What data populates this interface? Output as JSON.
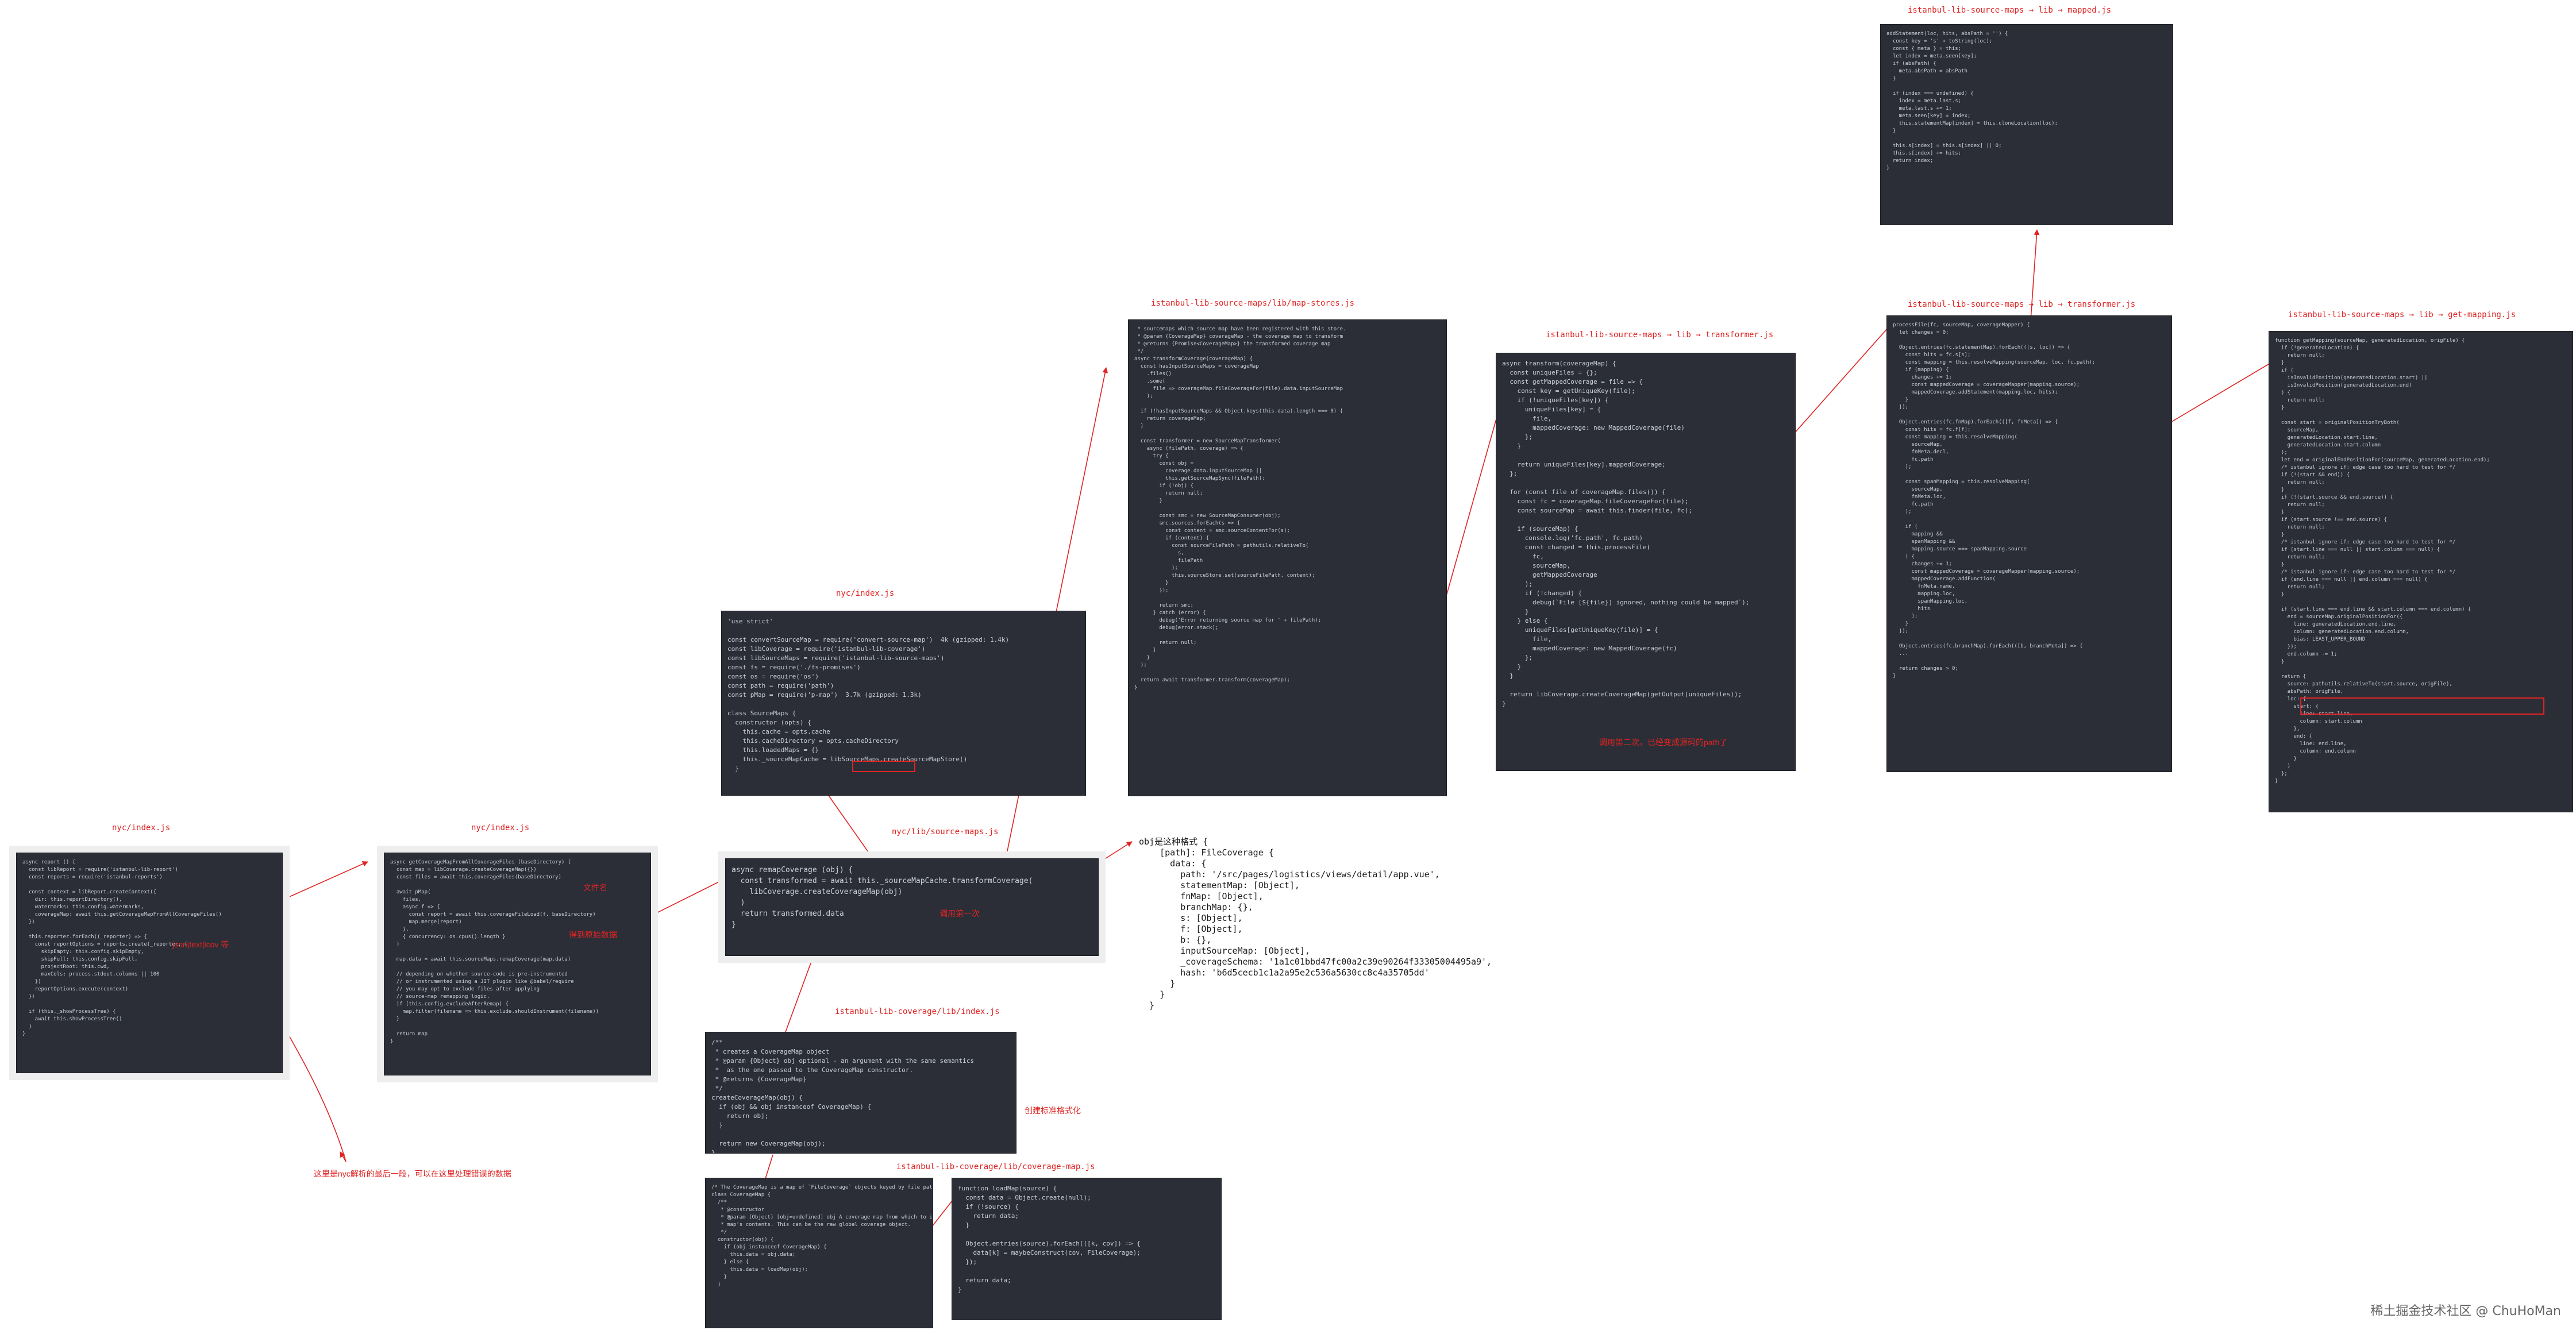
{
  "panels": {
    "nyc_index_1": {
      "title": "nyc/index.js",
      "code": "async report () {\n  const libReport = require('istanbul-lib-report')\n  const reports = require('istanbul-reports')\n\n  const context = libReport.createContext({\n    dir: this.reportDirectory(),\n    watermarks: this.config.watermarks,\n    coverageMap: await this.getCoverageMapFromAllCoverageFiles()\n  })\n\n  this.reporter.forEach((_reporter) => {\n    const reportOptions = reports.create(_reporter, {\n      skipEmpty: this.config.skipEmpty,\n      skipFull: this.config.skipFull,\n      projectRoot: this.cwd,\n      maxCols: process.stdout.columns || 100\n    })\n    reportOptions.execute(context)\n  })\n\n  if (this._showProcessTree) {\n    await this.showProcessTree()\n  }\n}",
      "note": "json|text|lcov 等"
    },
    "nyc_index_2": {
      "title": "nyc/index.js",
      "code": "async getCoverageMapFromAllCoverageFiles (baseDirectory) {\n  const map = libCoverage.createCoverageMap({})\n  const files = await this.coverageFiles(baseDirectory)\n\n  await pMap(\n    files,\n    async f => {\n      const report = await this.coverageFileLoad(f, baseDirectory)\n      map.merge(report)\n    },\n    { concurrency: os.cpus().length }\n  )\n\n  map.data = await this.sourceMaps.remapCoverage(map.data)\n\n  // depending on whether source-code is pre-instrumented\n  // or instrumented using a JIT plugin like @babel/require\n  // you may opt to exclude files after applying\n  // source-map remapping logic.\n  if (this.config.excludeAfterRemap) {\n    map.filter(filename => this.exclude.shouldInstrument(filename))\n  }\n\n  return map\n}",
      "note1": "文件名",
      "note2": "得到原始数据"
    },
    "nyc_index_3": {
      "title": "nyc/index.js",
      "code": "'use strict'\n\nconst convertSourceMap = require('convert-source-map')  4k (gzipped: 1.4k)\nconst libCoverage = require('istanbul-lib-coverage')\nconst libSourceMaps = require('istanbul-lib-source-maps')\nconst fs = require('./fs-promises')\nconst os = require('os')\nconst path = require('path')\nconst pMap = require('p-map')  3.7k (gzipped: 1.3k)\n\nclass SourceMaps {\n  constructor (opts) {\n    this.cache = opts.cache\n    this.cacheDirectory = opts.cacheDirectory\n    this.loadedMaps = {}\n    this._sourceMapCache = libSourceMaps.createSourceMapStore()\n  }"
    },
    "nyc_lib_source_maps": {
      "title": "nyc/lib/source-maps.js",
      "code": "async remapCoverage (obj) {\n  const transformed = await this._sourceMapCache.transformCoverage(\n    libCoverage.createCoverageMap(obj)\n  )\n  return transformed.data\n}",
      "note": "调用第一次"
    },
    "map_store": {
      "title": "istanbul-lib-source-maps/lib/map-stores.js",
      "code": " * sourcemaps which source map have been registered with this store.\n * @param {CoverageMap} coverageMap - the coverage map to transform\n * @returns {Promise<CoverageMap>} the transformed coverage map\n */\nasync transformCoverage(coverageMap) {\n  const hasInputSourceMaps = coverageMap\n    .files()\n    .some(\n      file => coverageMap.fileCoverageFor(file).data.inputSourceMap\n    );\n\n  if (!hasInputSourceMaps && Object.keys(this.data).length === 0) {\n    return coverageMap;\n  }\n\n  const transformer = new SourceMapTransformer(\n    async (filePath, coverage) => {\n      try {\n        const obj =\n          coverage.data.inputSourceMap ||\n          this.getSourceMapSync(filePath);\n        if (!obj) {\n          return null;\n        }\n\n        const smc = new SourceMapConsumer(obj);\n        smc.sources.forEach(s => {\n          const content = smc.sourceContentFor(s);\n          if (content) {\n            const sourceFilePath = pathutils.relativeTo(\n              s,\n              filePath\n            );\n            this.sourceStore.set(sourceFilePath, content);\n          }\n        });\n\n        return smc;\n      } catch (error) {\n        debug('Error returning source map for ' + filePath);\n        debug(error.stack);\n\n        return null;\n      }\n    }\n  );\n\n  return await transformer.transform(coverageMap);\n}"
    },
    "transformer_1": {
      "title": "istanbul-lib-source-maps → lib → transformer.js",
      "code": "async transform(coverageMap) {\n  const uniqueFiles = {};\n  const getMappedCoverage = file => {\n    const key = getUniqueKey(file);\n    if (!uniqueFiles[key]) {\n      uniqueFiles[key] = {\n        file,\n        mappedCoverage: new MappedCoverage(file)\n      };\n    }\n\n    return uniqueFiles[key].mappedCoverage;\n  };\n\n  for (const file of coverageMap.files()) {\n    const fc = coverageMap.fileCoverageFor(file);\n    const sourceMap = await this.finder(file, fc);\n\n    if (sourceMap) {\n      console.log('fc.path', fc.path)\n      const changed = this.processFile(\n        fc,\n        sourceMap,\n        getMappedCoverage\n      );\n      if (!changed) {\n        debug(`File [${file}] ignored, nothing could be mapped`);\n      }\n    } else {\n      uniqueFiles[getUniqueKey(file)] = {\n        file,\n        mappedCoverage: new MappedCoverage(fc)\n      };\n    }\n  }\n\n  return libCoverage.createCoverageMap(getOutput(uniqueFiles));\n}",
      "note": "调用第二次，已经变成源码的path了"
    },
    "transformer_2": {
      "title": "istanbul-lib-source-maps → lib → transformer.js",
      "code": "processFile(fc, sourceMap, coverageMapper) {\n  let changes = 0;\n\n  Object.entries(fc.statementMap).forEach(([s, loc]) => {\n    const hits = fc.s[s];\n    const mapping = this.resolveMapping(sourceMap, loc, fc.path);\n    if (mapping) {\n      changes += 1;\n      const mappedCoverage = coverageMapper(mapping.source);\n      mappedCoverage.addStatement(mapping.loc, hits);\n    }\n  });\n\n  Object.entries(fc.fnMap).forEach(([f, fnMeta]) => {\n    const hits = fc.f[f];\n    const mapping = this.resolveMapping(\n      sourceMap,\n      fnMeta.decl,\n      fc.path\n    );\n\n    const spanMapping = this.resolveMapping(\n      sourceMap,\n      fnMeta.loc,\n      fc.path\n    );\n\n    if (\n      mapping &&\n      spanMapping &&\n      mapping.source === spanMapping.source\n    ) {\n      changes += 1;\n      const mappedCoverage = coverageMapper(mapping.source);\n      mappedCoverage.addFunction(\n        fnMeta.name,\n        mapping.loc,\n        spanMapping.loc,\n        hits\n      );\n    }\n  });\n\n  Object.entries(fc.branchMap).forEach(([b, branchMeta]) => {\n  ...\n\n  return changes > 0;\n}"
    },
    "mapped": {
      "title": "istanbul-lib-source-maps → lib → mapped.js",
      "code": "addStatement(loc, hits, absPath = '') {\n  const key = 's' + toString(loc);\n  const { meta } = this;\n  let index = meta.seen[key];\n  if (absPath) {\n    meta.absPath = absPath\n  }\n\n  if (index === undefined) {\n    index = meta.last.s;\n    meta.last.s += 1;\n    meta.seen[key] = index;\n    this.statementMap[index] = this.cloneLocation(loc);\n  }\n\n  this.s[index] = this.s[index] || 0;\n  this.s[index] += hits;\n  return index;\n}"
    },
    "get_mapping": {
      "title": "istanbul-lib-source-maps → lib → get-mapping.js",
      "code": "function getMapping(sourceMap, generatedLocation, origFile) {\n  if (!generatedLocation) {\n    return null;\n  }\n  if (\n    isInvalidPosition(generatedLocation.start) ||\n    isInvalidPosition(generatedLocation.end)\n  ) {\n    return null;\n  }\n\n  const start = originalPositionTryBoth(\n    sourceMap,\n    generatedLocation.start.line,\n    generatedLocation.start.column\n  );\n  let end = originalEndPositionFor(sourceMap, generatedLocation.end);\n  /* istanbul ignore if: edge case too hard to test for */\n  if (!(start && end)) {\n    return null;\n  }\n  if (!(start.source && end.source)) {\n    return null;\n  }\n  if (start.source !== end.source) {\n    return null;\n  }\n  /* istanbul ignore if: edge case too hard to test for */\n  if (start.line === null || start.column === null) {\n    return null;\n  }\n  /* istanbul ignore if: edge case too hard to test for */\n  if (end.line === null || end.column === null) {\n    return null;\n  }\n\n  if (start.line === end.line && start.column === end.column) {\n    end = sourceMap.originalPositionFor({\n      line: generatedLocation.end.line,\n      column: generatedLocation.end.column,\n      bias: LEAST_UPPER_BOUND\n    });\n    end.column -= 1;\n  }\n\n  return {\n    source: pathutils.relativeTo(start.source, origFile),\n    absPath: origFile,\n    loc: {\n      start: {\n        line: start.line,\n        column: start.column\n      },\n      end: {\n        line: end.line,\n        column: end.column\n      }\n    }\n  };\n}"
    },
    "lib_coverage_index": {
      "title": "istanbul-lib-coverage/lib/index.js",
      "code": "/**\n * creates a CoverageMap object\n * @param {Object} obj optional - an argument with the same semantics\n *  as the one passed to the CoverageMap constructor.\n * @returns {CoverageMap}\n */\ncreateCoverageMap(obj) {\n  if (obj && obj instanceof CoverageMap) {\n    return obj;\n  }\n\n  return new CoverageMap(obj);\n},",
      "note": "创建标准格式化"
    },
    "coverage_map_1": {
      "title": "istanbul-lib-coverage/lib/coverage-map.js",
      "code": "/* The CoverageMap is a map of `FileCoverage` objects keyed by file paths */\nclass CoverageMap {\n  /**\n   * @constructor\n   * @param {Object} [obj=undefined] obj A coverage map from which to initialize\n   * map's contents. This can be the raw global coverage object.\n   */\n  constructor(obj) {\n    if (obj instanceof CoverageMap) {\n      this.data = obj.data;\n    } else {\n      this.data = loadMap(obj);\n    }\n  }"
    },
    "coverage_map_2": {
      "code": "function loadMap(source) {\n  const data = Object.create(null);\n  if (!source) {\n    return data;\n  }\n\n  Object.entries(source).forEach(([k, cov]) => {\n    data[k] = maybeConstruct(cov, FileCoverage);\n  });\n\n  return data;\n}"
    }
  },
  "object_note": "obj是这种格式 {\n    [path]: FileCoverage {\n      data: {\n        path: '/src/pages/logistics/views/detail/app.vue',\n        statementMap: [Object],\n        fnMap: [Object],\n        branchMap: {},\n        s: [Object],\n        f: [Object],\n        b: {},\n        inputSourceMap: [Object],\n        _coverageSchema: '1a1c01bbd47fc00a2c39e90264f33305004495a9',\n        hash: 'b6d5cecb1c1a2a95e2c536a5630cc8c4a35705dd'\n      }\n    }\n  }",
  "bottom_note": "这里是nyc解析的最后一段，可以在这里处理错误的数据",
  "watermark": "稀土掘金技术社区 @ ChuHoMan"
}
